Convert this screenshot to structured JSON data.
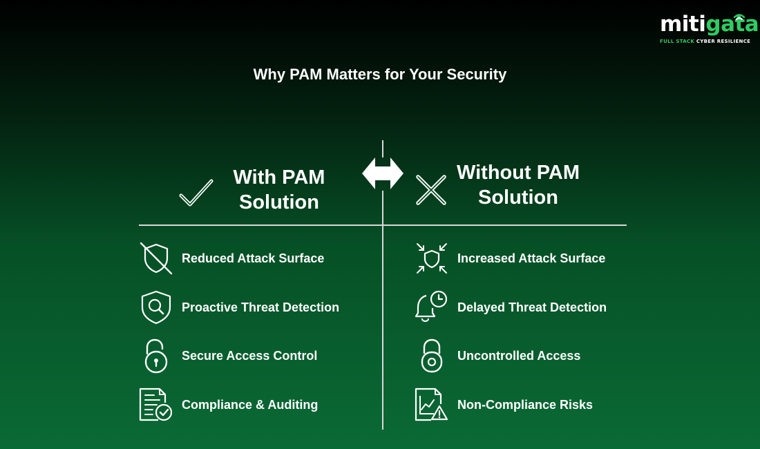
{
  "logo": {
    "part1": "miti",
    "part2": "gata",
    "tag_green": "FULL STACK",
    "tag_white": "CYBER RESILIENCE"
  },
  "title": "Why PAM Matters for Your Security",
  "with": {
    "line1": "With PAM",
    "line2": "Solution",
    "items": [
      {
        "label": "Reduced Attack Surface",
        "icon": "shield-slash-icon"
      },
      {
        "label": "Proactive Threat Detection",
        "icon": "shield-search-icon"
      },
      {
        "label": "Secure Access Control",
        "icon": "unlocked-padlock-icon"
      },
      {
        "label": "Compliance & Auditing",
        "icon": "document-check-icon"
      }
    ]
  },
  "without": {
    "line1": "Without PAM",
    "line2": "Solution",
    "items": [
      {
        "label": "Increased Attack Surface",
        "icon": "shield-arrows-in-icon"
      },
      {
        "label": "Delayed Threat Detection",
        "icon": "bell-clock-icon"
      },
      {
        "label": "Uncontrolled Access",
        "icon": "open-padlock-icon"
      },
      {
        "label": "Non-Compliance Risks",
        "icon": "document-chart-warning-icon"
      }
    ]
  },
  "colors": {
    "accent": "#2ecc62",
    "line": "#d9d9d9"
  }
}
